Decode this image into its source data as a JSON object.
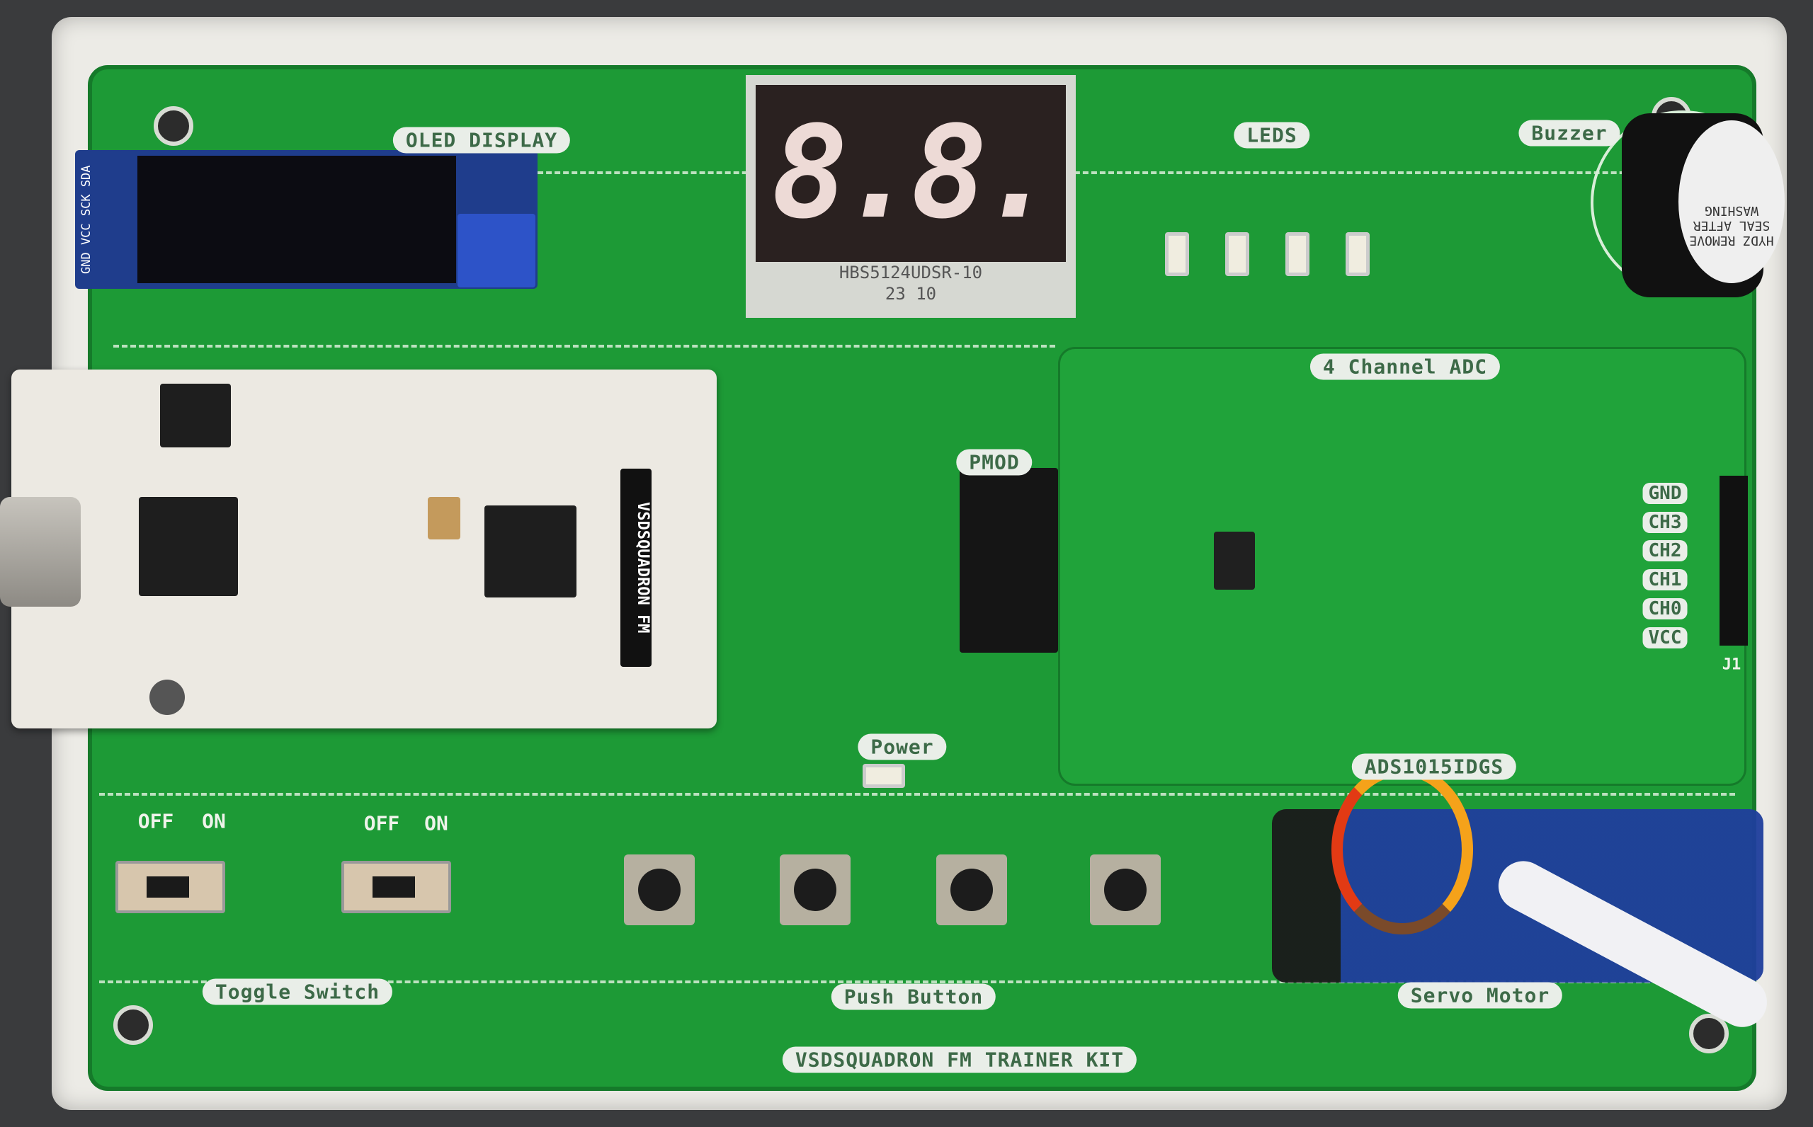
{
  "board_title": "VSDSQUADRON FM TRAINER KIT",
  "sections": {
    "oled": "OLED DISPLAY",
    "leds": "LEDS",
    "buzzer": "Buzzer",
    "adc": "4 Channel ADC",
    "pmod": "PMOD",
    "power": "Power",
    "adc_chip": "ADS1015IDGS",
    "toggle": "Toggle Switch",
    "push": "Push Button",
    "servo": "Servo Motor"
  },
  "oled_pins": "GND VCC SCK SDA",
  "seven_segment": {
    "digits": "8.8.",
    "part_code": "HBS5124UDSR-10",
    "date_code": "23 10"
  },
  "dev_board_label": "VSDSQUADRON FM",
  "toggle_labels": {
    "off": "OFF",
    "on": "ON"
  },
  "adc_pins": [
    "GND",
    "CH3",
    "CH2",
    "CH1",
    "CH0",
    "VCC"
  ],
  "connector_ref": "J1",
  "buzzer_cap_text": "HYDZ REMOVE SEAL AFTER WASHING",
  "colors": {
    "pcb": "#1d9a36",
    "frame": "#ecebe6",
    "silkscreen": "#e9eee8",
    "servo": "#1f3e9c"
  }
}
